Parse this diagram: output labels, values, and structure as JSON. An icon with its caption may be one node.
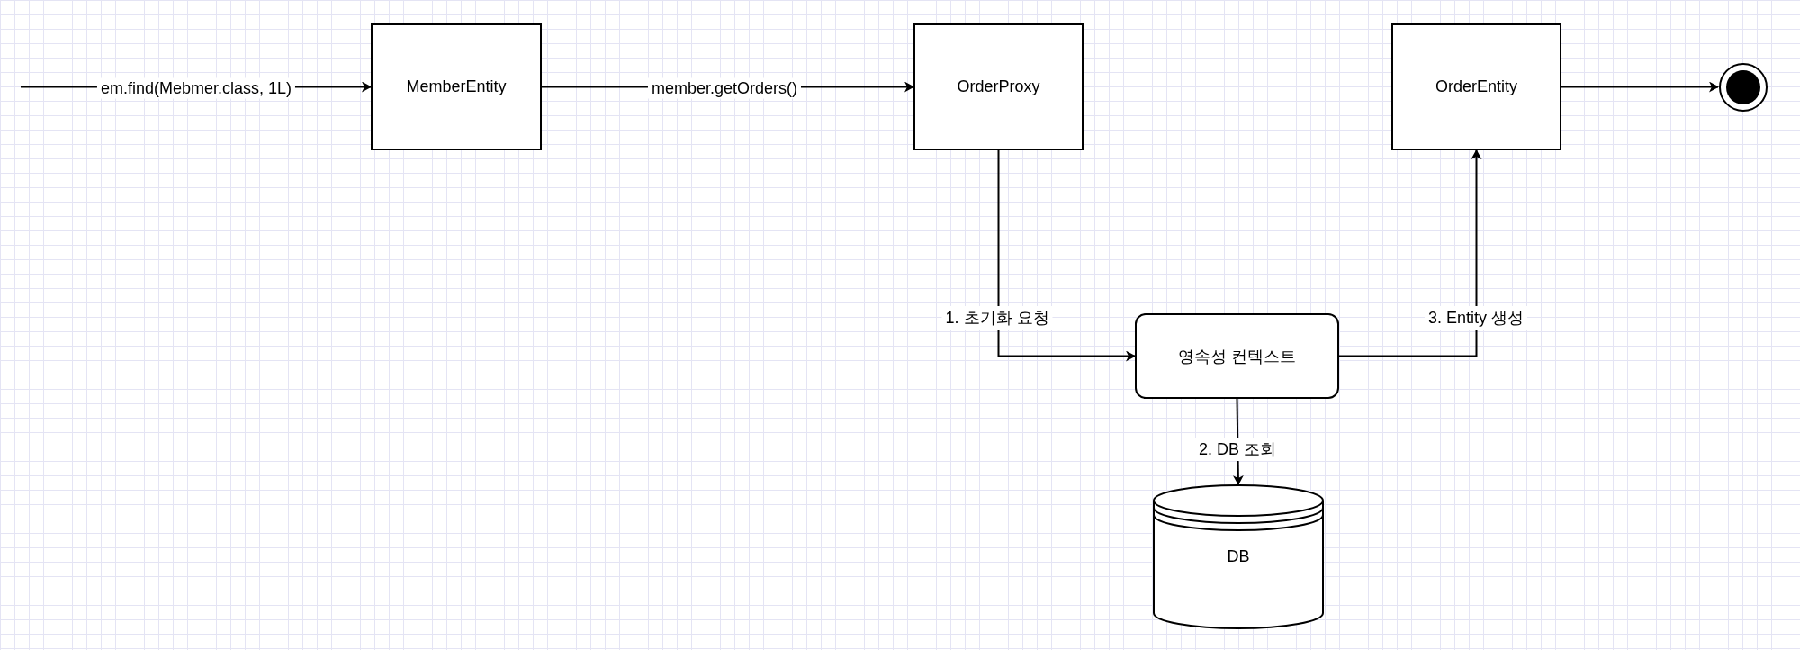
{
  "diagram": {
    "nodes": [
      {
        "text": [
          "MemberEntity"
        ]
      },
      {
        "text": [
          "OrderProxy"
        ]
      },
      {
        "text": [
          "OrderEntity"
        ]
      },
      {
        "text": [],
        "shape": "circle"
      },
      {
        "text": [
          "영속성 컨텍스트"
        ]
      },
      {
        "text": [
          "DB"
        ]
      }
    ],
    "edges": [
      {
        "from": null,
        "to": 0,
        "arrow": "to",
        "label": "em.find(Mebmer.class, 1L)"
      },
      {
        "from": 0,
        "to": 1,
        "arrow": "to",
        "label": "member.getOrders()"
      },
      {
        "from": 1,
        "to": 4,
        "arrow": "to",
        "label": "1. 초기화 요청"
      },
      {
        "from": 4,
        "to": 5,
        "arrow": "to",
        "label": "2. DB 조회"
      },
      {
        "from": 4,
        "to": 2,
        "arrow": "to",
        "label": "3. Entity 생성"
      },
      {
        "from": 2,
        "to": 3,
        "arrow": "to"
      }
    ]
  }
}
